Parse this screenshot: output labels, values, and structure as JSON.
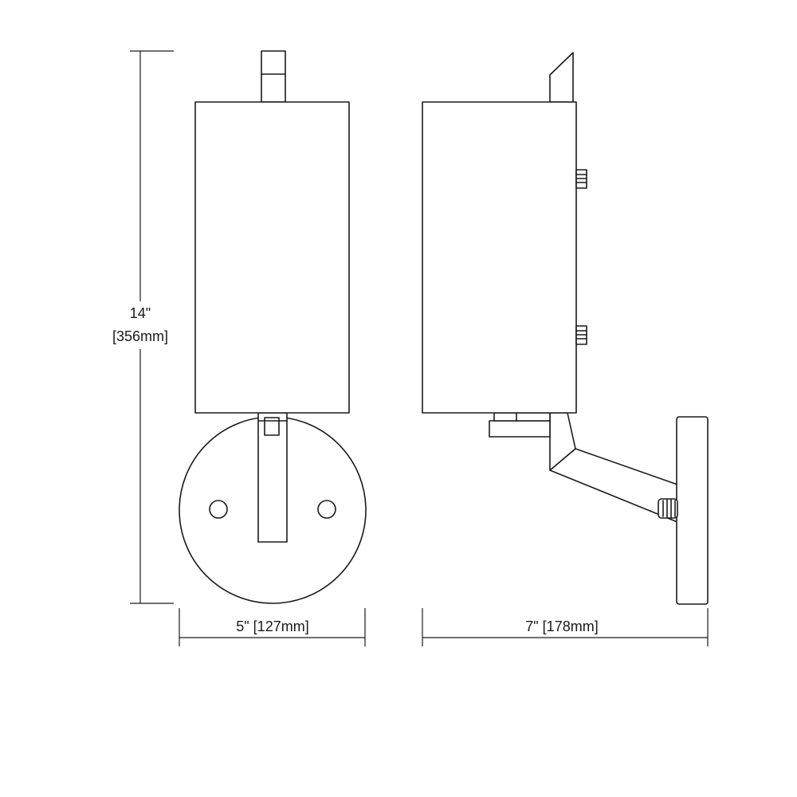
{
  "dimensions": {
    "height": {
      "line1": "14\"",
      "line2": "[356mm]"
    },
    "front_width": {
      "label": "5\" [127mm]"
    },
    "side_depth": {
      "label": "7\" [178mm]"
    }
  }
}
